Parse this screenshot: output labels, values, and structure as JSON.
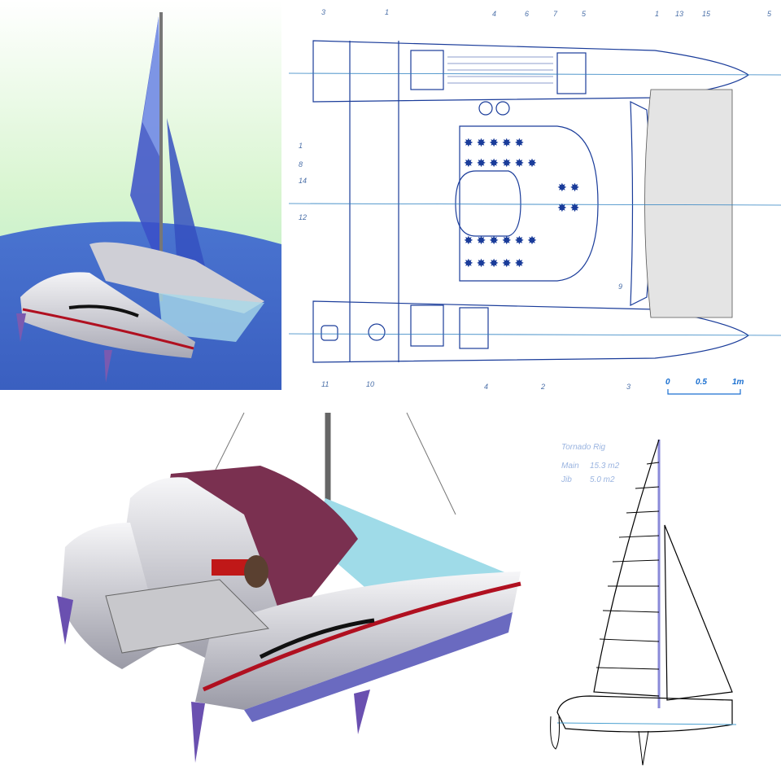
{
  "panels": {
    "render_sailing": {
      "title": ""
    },
    "deck_plan": {
      "callouts_top": [
        "3",
        "1",
        "4",
        "6",
        "7",
        "5",
        "1",
        "13",
        "15",
        "5"
      ],
      "callouts_left": [
        "1",
        "8",
        "14",
        "12"
      ],
      "callouts_bottom": [
        "11",
        "10",
        "4",
        "2",
        "3"
      ],
      "callouts_right": [
        "9"
      ],
      "scale": {
        "start": "0",
        "mid": "0.5",
        "end": "1m"
      }
    },
    "render_cabin": {
      "title": ""
    },
    "sail_plan": {
      "title": "Tornado Rig",
      "main_label": "Main",
      "main_area": "15.3 m2",
      "jib_label": "Jib",
      "jib_area": "5.0 m2"
    }
  },
  "colors": {
    "hull": "#d8d8dc",
    "stripe": "#b01020",
    "sail": "#3a4fc8",
    "blueprint": "#1a3c9a",
    "bimini": "#7a3050",
    "sea": "#3a64c8"
  }
}
